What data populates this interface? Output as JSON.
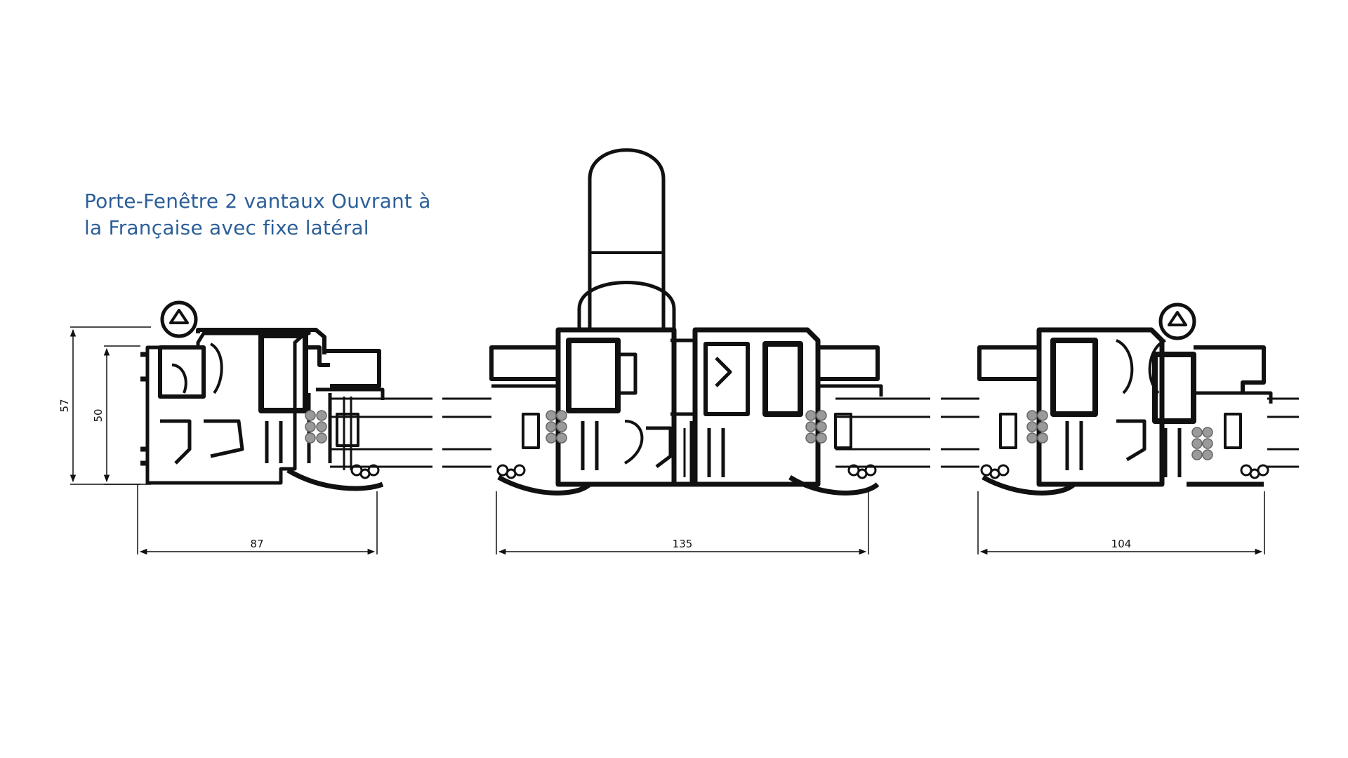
{
  "title": {
    "line1": "Porte-Fenêtre 2 vantaux Ouvrant à",
    "line2": "la Française avec fixe latéral"
  },
  "dimensions": {
    "height_outer": "57",
    "height_inner": "50",
    "width_left": "87",
    "width_center": "135",
    "width_right": "104"
  },
  "colors": {
    "title": "#2c5f98",
    "profile": "#111111",
    "gasket": "#9a9a9a",
    "background": "#ffffff"
  }
}
